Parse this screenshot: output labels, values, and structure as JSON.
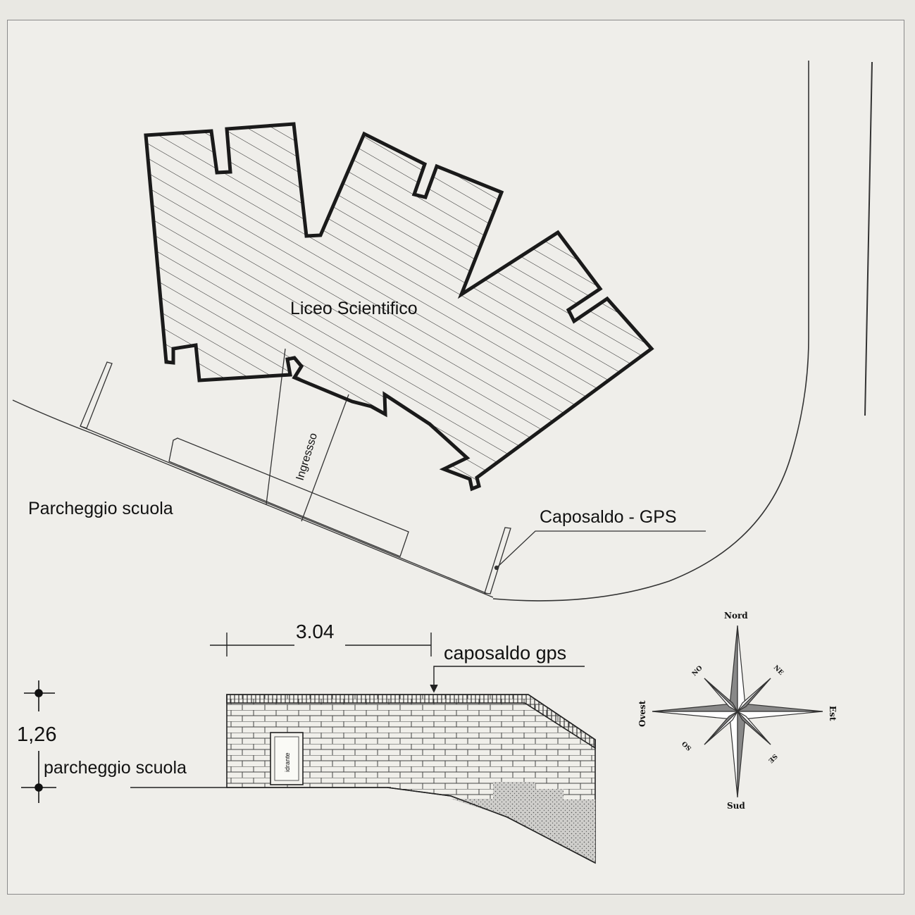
{
  "plan": {
    "building_label": "Liceo Scientifico",
    "entrance_label": "Ingressso",
    "parking_label": "Parcheggio scuola",
    "benchmark_label": "Caposaldo - GPS"
  },
  "section": {
    "dimension_value": "3.04",
    "benchmark_label": "caposaldo gps",
    "height_value": "1,26",
    "parking_label": "parcheggio scuola",
    "hydrant_label": "idrante"
  },
  "compass": {
    "north": "Nord",
    "south": "Sud",
    "east": "Est",
    "west": "Ovest",
    "ne": "NE",
    "nw": "NO",
    "se": "SE",
    "sw": "SO"
  }
}
